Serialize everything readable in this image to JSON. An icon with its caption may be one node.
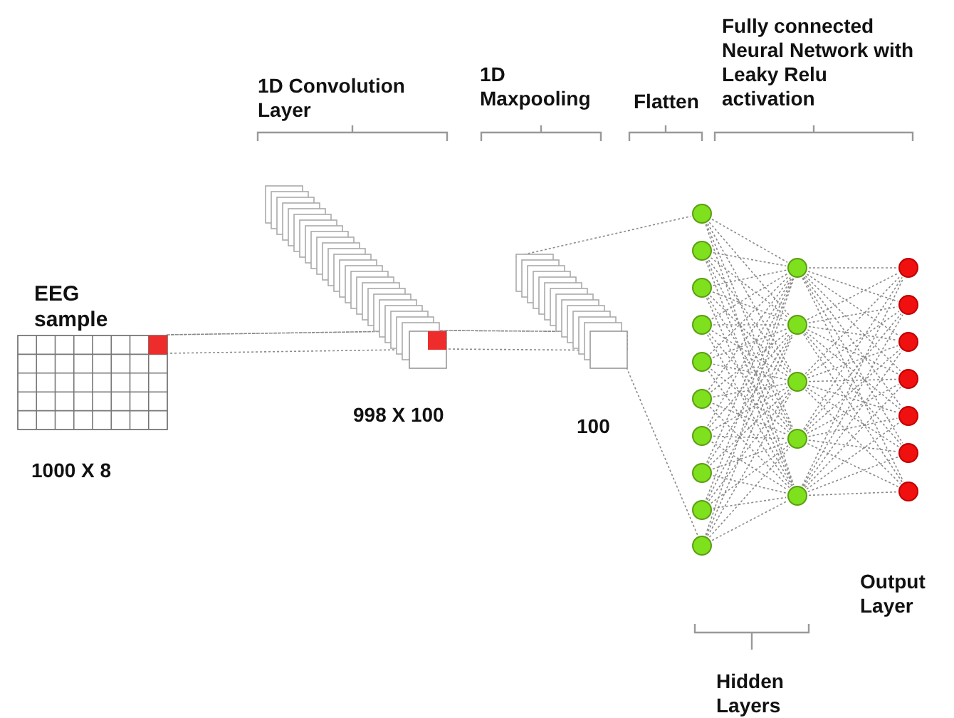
{
  "diagram": {
    "nodes": [
      {
        "text": [
          "EEG sample"
        ],
        "beside": [
          "1000 X 8"
        ]
      },
      {
        "text": [],
        "shape": "box",
        "beside": [
          "998 X 100"
        ]
      },
      {
        "text": [],
        "shape": "box",
        "beside": [
          "100"
        ]
      },
      {
        "text": [],
        "shape": "circle"
      },
      {
        "text": [],
        "shape": "circle"
      },
      {
        "text": [],
        "shape": "circle"
      },
      {
        "text": [],
        "shape": "circle"
      },
      {
        "text": [],
        "shape": "circle"
      },
      {
        "text": [],
        "shape": "circle"
      },
      {
        "text": [],
        "shape": "circle"
      },
      {
        "text": [],
        "shape": "circle"
      },
      {
        "text": [],
        "shape": "circle"
      },
      {
        "text": [],
        "shape": "circle"
      },
      {
        "text": [],
        "shape": "circle"
      },
      {
        "text": [],
        "shape": "circle"
      },
      {
        "text": [],
        "shape": "circle"
      },
      {
        "text": [],
        "shape": "circle"
      },
      {
        "text": [],
        "shape": "circle"
      },
      {
        "text": [],
        "shape": "circle"
      },
      {
        "text": [],
        "shape": "circle"
      },
      {
        "text": [],
        "shape": "circle"
      },
      {
        "text": [],
        "shape": "circle"
      },
      {
        "text": [],
        "shape": "circle"
      },
      {
        "text": [],
        "shape": "circle"
      },
      {
        "text": [],
        "shape": "circle"
      }
    ],
    "edges": [
      {
        "from": 0,
        "to": 1,
        "arrow": "none",
        "style": "dashed"
      },
      {
        "from": 1,
        "to": 2,
        "arrow": "none",
        "style": "dashed"
      },
      {
        "from": 2,
        "to": 3,
        "arrow": "none",
        "style": "dashed"
      },
      {
        "from": 2,
        "to": 12,
        "arrow": "none",
        "style": "dashed"
      },
      {
        "from": 3,
        "to": 13,
        "arrow": "none",
        "style": "dashed"
      },
      {
        "from": 3,
        "to": 14,
        "arrow": "none",
        "style": "dashed"
      },
      {
        "from": 3,
        "to": 15,
        "arrow": "none",
        "style": "dashed"
      },
      {
        "from": 3,
        "to": 16,
        "arrow": "none",
        "style": "dashed"
      },
      {
        "from": 3,
        "to": 17,
        "arrow": "none",
        "style": "dashed"
      },
      {
        "from": 4,
        "to": 13,
        "arrow": "none",
        "style": "dashed"
      },
      {
        "from": 4,
        "to": 14,
        "arrow": "none",
        "style": "dashed"
      },
      {
        "from": 4,
        "to": 15,
        "arrow": "none",
        "style": "dashed"
      },
      {
        "from": 4,
        "to": 16,
        "arrow": "none",
        "style": "dashed"
      },
      {
        "from": 4,
        "to": 17,
        "arrow": "none",
        "style": "dashed"
      },
      {
        "from": 5,
        "to": 13,
        "arrow": "none",
        "style": "dashed"
      },
      {
        "from": 5,
        "to": 14,
        "arrow": "none",
        "style": "dashed"
      },
      {
        "from": 5,
        "to": 15,
        "arrow": "none",
        "style": "dashed"
      },
      {
        "from": 5,
        "to": 16,
        "arrow": "none",
        "style": "dashed"
      },
      {
        "from": 5,
        "to": 17,
        "arrow": "none",
        "style": "dashed"
      },
      {
        "from": 6,
        "to": 13,
        "arrow": "none",
        "style": "dashed"
      },
      {
        "from": 6,
        "to": 14,
        "arrow": "none",
        "style": "dashed"
      },
      {
        "from": 6,
        "to": 15,
        "arrow": "none",
        "style": "dashed"
      },
      {
        "from": 6,
        "to": 16,
        "arrow": "none",
        "style": "dashed"
      },
      {
        "from": 6,
        "to": 17,
        "arrow": "none",
        "style": "dashed"
      },
      {
        "from": 7,
        "to": 13,
        "arrow": "none",
        "style": "dashed"
      },
      {
        "from": 7,
        "to": 14,
        "arrow": "none",
        "style": "dashed"
      },
      {
        "from": 7,
        "to": 15,
        "arrow": "none",
        "style": "dashed"
      },
      {
        "from": 7,
        "to": 16,
        "arrow": "none",
        "style": "dashed"
      },
      {
        "from": 7,
        "to": 17,
        "arrow": "none",
        "style": "dashed"
      },
      {
        "from": 8,
        "to": 13,
        "arrow": "none",
        "style": "dashed"
      },
      {
        "from": 8,
        "to": 14,
        "arrow": "none",
        "style": "dashed"
      },
      {
        "from": 8,
        "to": 15,
        "arrow": "none",
        "style": "dashed"
      },
      {
        "from": 8,
        "to": 16,
        "arrow": "none",
        "style": "dashed"
      },
      {
        "from": 8,
        "to": 17,
        "arrow": "none",
        "style": "dashed"
      },
      {
        "from": 9,
        "to": 13,
        "arrow": "none",
        "style": "dashed"
      },
      {
        "from": 9,
        "to": 14,
        "arrow": "none",
        "style": "dashed"
      },
      {
        "from": 9,
        "to": 15,
        "arrow": "none",
        "style": "dashed"
      },
      {
        "from": 9,
        "to": 16,
        "arrow": "none",
        "style": "dashed"
      },
      {
        "from": 9,
        "to": 17,
        "arrow": "none",
        "style": "dashed"
      },
      {
        "from": 10,
        "to": 13,
        "arrow": "none",
        "style": "dashed"
      },
      {
        "from": 10,
        "to": 14,
        "arrow": "none",
        "style": "dashed"
      },
      {
        "from": 10,
        "to": 15,
        "arrow": "none",
        "style": "dashed"
      },
      {
        "from": 10,
        "to": 16,
        "arrow": "none",
        "style": "dashed"
      },
      {
        "from": 10,
        "to": 17,
        "arrow": "none",
        "style": "dashed"
      },
      {
        "from": 11,
        "to": 13,
        "arrow": "none",
        "style": "dashed"
      },
      {
        "from": 11,
        "to": 14,
        "arrow": "none",
        "style": "dashed"
      },
      {
        "from": 11,
        "to": 15,
        "arrow": "none",
        "style": "dashed"
      },
      {
        "from": 11,
        "to": 16,
        "arrow": "none",
        "style": "dashed"
      },
      {
        "from": 11,
        "to": 17,
        "arrow": "none",
        "style": "dashed"
      },
      {
        "from": 12,
        "to": 13,
        "arrow": "none",
        "style": "dashed"
      },
      {
        "from": 12,
        "to": 14,
        "arrow": "none",
        "style": "dashed"
      },
      {
        "from": 12,
        "to": 15,
        "arrow": "none",
        "style": "dashed"
      },
      {
        "from": 12,
        "to": 16,
        "arrow": "none",
        "style": "dashed"
      },
      {
        "from": 12,
        "to": 17,
        "arrow": "none",
        "style": "dashed"
      },
      {
        "from": 13,
        "to": 18,
        "arrow": "none",
        "style": "dashed"
      },
      {
        "from": 13,
        "to": 19,
        "arrow": "none",
        "style": "dashed"
      },
      {
        "from": 13,
        "to": 20,
        "arrow": "none",
        "style": "dashed"
      },
      {
        "from": 13,
        "to": 21,
        "arrow": "none",
        "style": "dashed"
      },
      {
        "from": 13,
        "to": 22,
        "arrow": "none",
        "style": "dashed"
      },
      {
        "from": 13,
        "to": 23,
        "arrow": "none",
        "style": "dashed"
      },
      {
        "from": 13,
        "to": 24,
        "arrow": "none",
        "style": "dashed"
      },
      {
        "from": 14,
        "to": 18,
        "arrow": "none",
        "style": "dashed"
      },
      {
        "from": 14,
        "to": 19,
        "arrow": "none",
        "style": "dashed"
      },
      {
        "from": 14,
        "to": 20,
        "arrow": "none",
        "style": "dashed"
      },
      {
        "from": 14,
        "to": 21,
        "arrow": "none",
        "style": "dashed"
      },
      {
        "from": 14,
        "to": 22,
        "arrow": "none",
        "style": "dashed"
      },
      {
        "from": 14,
        "to": 23,
        "arrow": "none",
        "style": "dashed"
      },
      {
        "from": 14,
        "to": 24,
        "arrow": "none",
        "style": "dashed"
      },
      {
        "from": 15,
        "to": 18,
        "arrow": "none",
        "style": "dashed"
      },
      {
        "from": 15,
        "to": 19,
        "arrow": "none",
        "style": "dashed"
      },
      {
        "from": 15,
        "to": 20,
        "arrow": "none",
        "style": "dashed"
      },
      {
        "from": 15,
        "to": 21,
        "arrow": "none",
        "style": "dashed"
      },
      {
        "from": 15,
        "to": 22,
        "arrow": "none",
        "style": "dashed"
      },
      {
        "from": 15,
        "to": 23,
        "arrow": "none",
        "style": "dashed"
      },
      {
        "from": 15,
        "to": 24,
        "arrow": "none",
        "style": "dashed"
      },
      {
        "from": 16,
        "to": 18,
        "arrow": "none",
        "style": "dashed"
      },
      {
        "from": 16,
        "to": 19,
        "arrow": "none",
        "style": "dashed"
      },
      {
        "from": 16,
        "to": 20,
        "arrow": "none",
        "style": "dashed"
      },
      {
        "from": 16,
        "to": 21,
        "arrow": "none",
        "style": "dashed"
      },
      {
        "from": 16,
        "to": 22,
        "arrow": "none",
        "style": "dashed"
      },
      {
        "from": 16,
        "to": 23,
        "arrow": "none",
        "style": "dashed"
      },
      {
        "from": 16,
        "to": 24,
        "arrow": "none",
        "style": "dashed"
      },
      {
        "from": 17,
        "to": 18,
        "arrow": "none",
        "style": "dashed"
      },
      {
        "from": 17,
        "to": 19,
        "arrow": "none",
        "style": "dashed"
      },
      {
        "from": 17,
        "to": 20,
        "arrow": "none",
        "style": "dashed"
      },
      {
        "from": 17,
        "to": 21,
        "arrow": "none",
        "style": "dashed"
      },
      {
        "from": 17,
        "to": 22,
        "arrow": "none",
        "style": "dashed"
      },
      {
        "from": 17,
        "to": 23,
        "arrow": "none",
        "style": "dashed"
      },
      {
        "from": 17,
        "to": 24,
        "arrow": "none",
        "style": "dashed"
      }
    ],
    "labels": [
      "1D Convolution Layer",
      "1D Maxpooling",
      "Flatten",
      "Fully connected Neural Network with Leaky Relu activation",
      "Output Layer",
      "Hidden Layers"
    ]
  }
}
